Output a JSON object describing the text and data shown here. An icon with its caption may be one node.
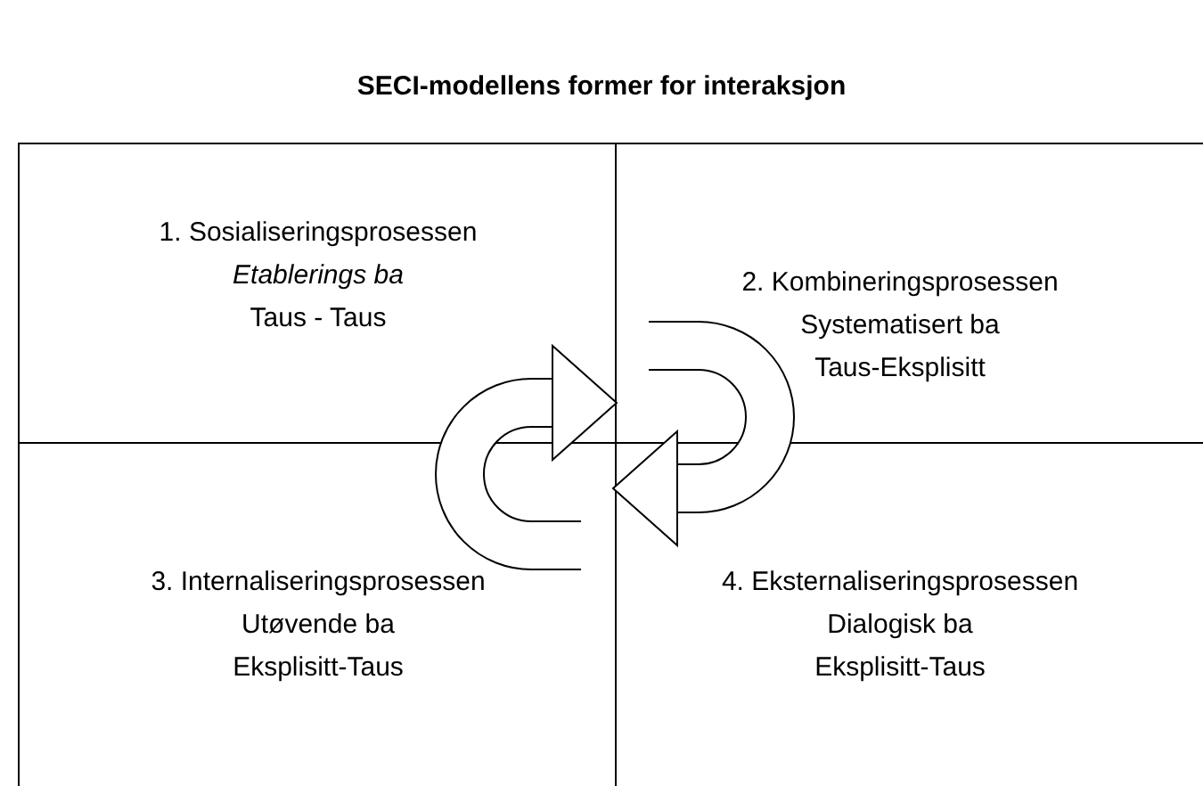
{
  "diagram": {
    "title": "SECI-modellens former for interaksjon",
    "nodes": [
      {
        "text": [
          "1. Sosialiseringsprosessen",
          "Etablerings ba",
          "Taus - Taus"
        ]
      },
      {
        "text": [
          "2. Kombineringsprosessen",
          "Systematisert ba",
          "Taus-Eksplisitt"
        ]
      },
      {
        "text": [
          "3. Internaliseringsprosessen",
          "Utøvende ba",
          "Eksplisitt-Taus"
        ]
      },
      {
        "text": [
          "4. Eksternaliseringsprosessen",
          "Dialogisk ba",
          "Eksplisitt-Taus"
        ]
      }
    ]
  }
}
